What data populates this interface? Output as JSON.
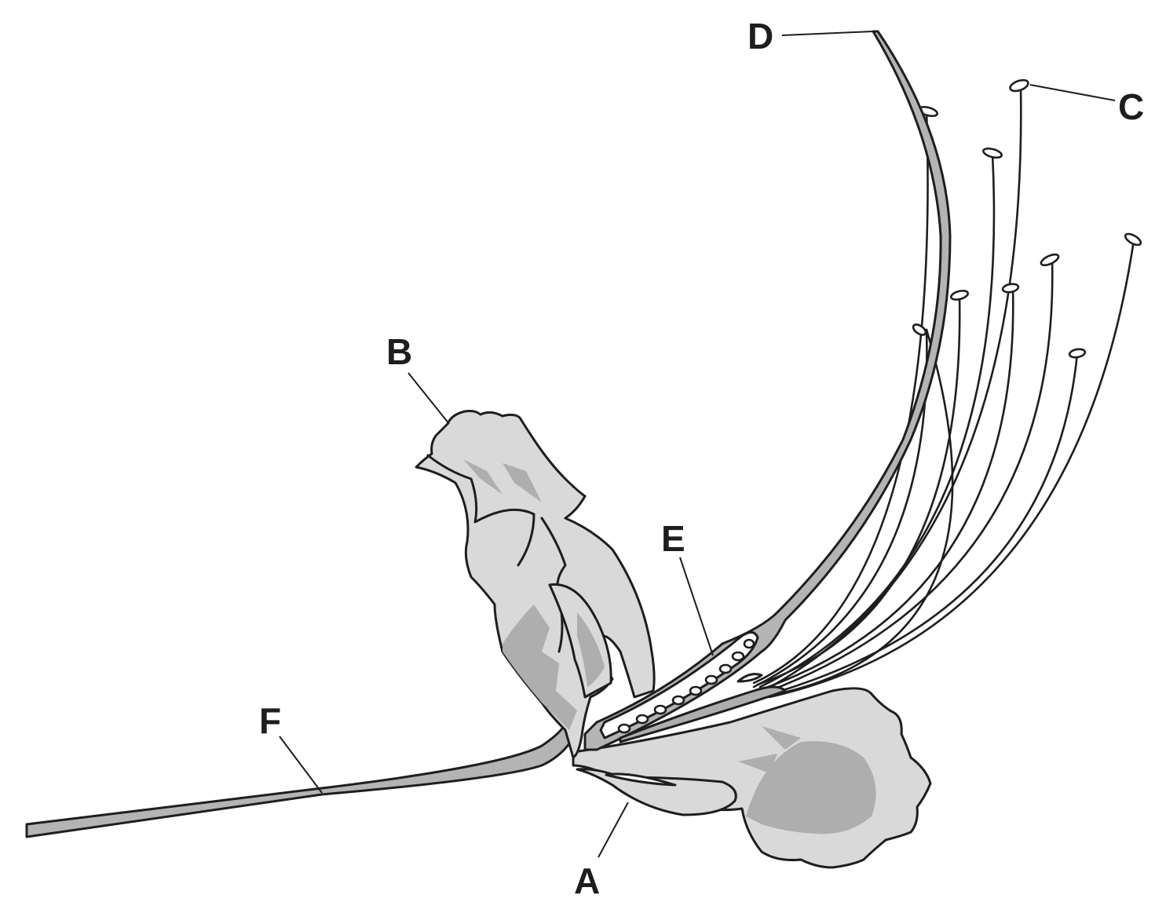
{
  "diagram": {
    "labels": {
      "A": "A",
      "B": "B",
      "C": "C",
      "D": "D",
      "E": "E",
      "F": "F"
    },
    "colors": {
      "outline": "#1e1e1e",
      "petal_light": "#d9d9d9",
      "petal_shade": "#aeaeae",
      "stalk": "#b4b4b4",
      "background": "#ffffff"
    }
  }
}
